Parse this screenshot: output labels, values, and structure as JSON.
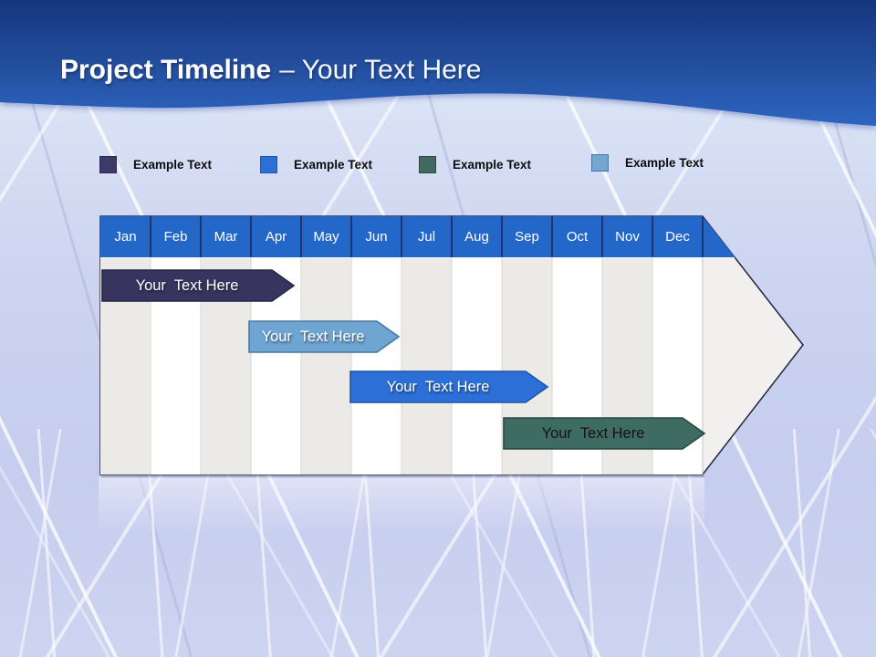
{
  "slide": {
    "title_bold": "Project Timeline",
    "title_rest": "– Your Text Here"
  },
  "legend": {
    "items": [
      {
        "label": "Example Text",
        "color": "#3C3B67",
        "border": "#2A2950"
      },
      {
        "label": "Example Text",
        "color": "#2B70D6",
        "border": "#1D55A8"
      },
      {
        "label": "Example Text",
        "color": "#41695F",
        "border": "#2C4C44"
      },
      {
        "label": "Example Text",
        "color": "#74A7CE",
        "border": "#4779A8"
      }
    ]
  },
  "timeline": {
    "header_color": "#2368C9",
    "months": [
      "Jan",
      "Feb",
      "Mar",
      "Apr",
      "May",
      "Jun",
      "Jul",
      "Aug",
      "Sep",
      "Oct",
      "Nov",
      "Dec"
    ],
    "bars": [
      {
        "label": "Your  Text Here",
        "span": "Jan–Apr",
        "fill": "#37355F",
        "stroke": "#262447",
        "text_color": "#FFFFFF"
      },
      {
        "label": "Your  Text Here",
        "span": "Apr–Jun",
        "fill": "#6FA5D2",
        "stroke": "#49799F",
        "text_color": "#FFFFFF"
      },
      {
        "label": "Your  Text Here",
        "span": "Jun–Sep",
        "fill": "#2B6FD7",
        "stroke": "#1D55A8",
        "text_color": "#FFFFFF"
      },
      {
        "label": "Your  Text Here",
        "span": "Sep–Dec",
        "fill": "#3E6B62",
        "stroke": "#294A41",
        "text_color": "#131313"
      }
    ]
  }
}
